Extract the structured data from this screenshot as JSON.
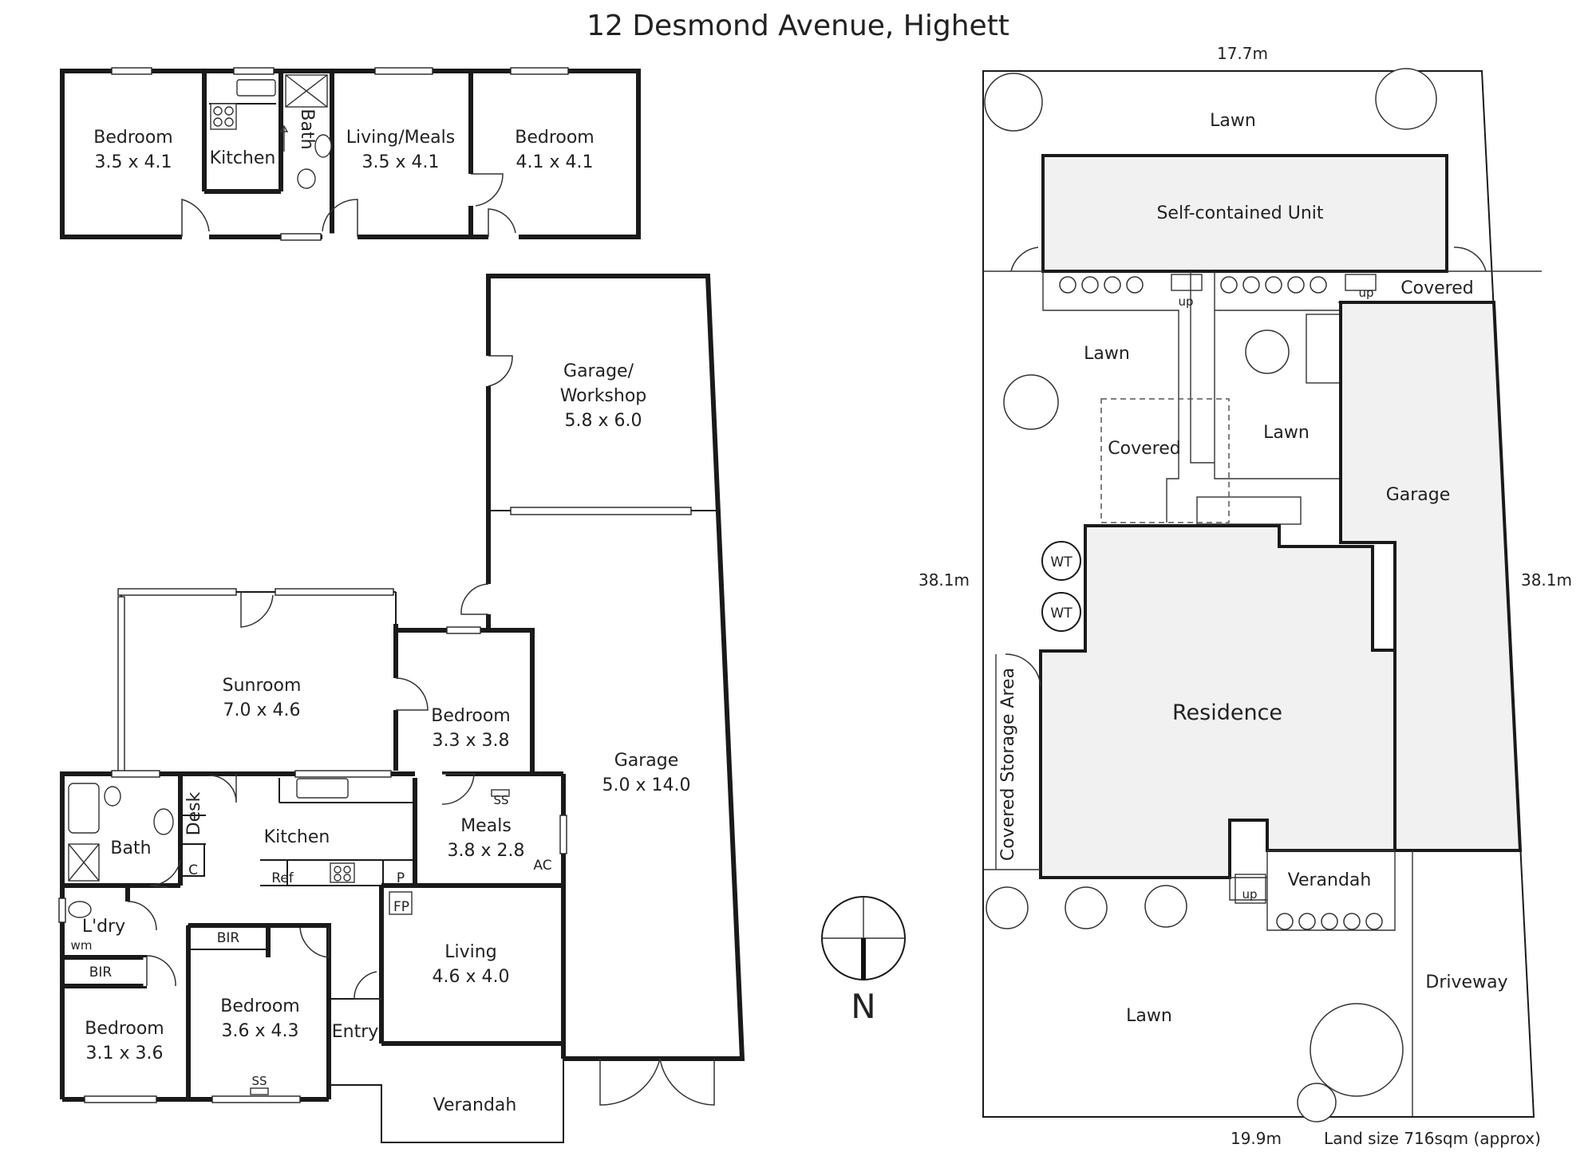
{
  "title": "12 Desmond Avenue, Highett",
  "unit": {
    "bedroom_1": {
      "name": "Bedroom",
      "size": "3.5 x 4.1"
    },
    "kitchen": {
      "name": "Kitchen"
    },
    "bath": {
      "name": "Bath"
    },
    "living_meals": {
      "name": "Living/Meals",
      "size": "3.5 x 4.1"
    },
    "bedroom_2": {
      "name": "Bedroom",
      "size": "4.1 x 4.1"
    }
  },
  "house": {
    "garage_workshop": {
      "line1": "Garage/",
      "line2": "Workshop",
      "size": "5.8 x 6.0"
    },
    "sunroom": {
      "name": "Sunroom",
      "size": "7.0 x 4.6"
    },
    "bedroom_a": {
      "name": "Bedroom",
      "size": "3.3 x 3.8"
    },
    "garage": {
      "name": "Garage",
      "size": "5.0 x 14.0"
    },
    "bath": {
      "name": "Bath"
    },
    "desk": "Desk",
    "kitchen": {
      "name": "Kitchen"
    },
    "meals": {
      "name": "Meals",
      "size": "3.8 x 2.8"
    },
    "ss_1": "SS",
    "ac": "AC",
    "c": "C",
    "ref": "Ref",
    "p": "P",
    "fp": "FP",
    "laundry": "L'dry",
    "wm": "wm",
    "bir_1": "BIR",
    "bir_2": "BIR",
    "living": {
      "name": "Living",
      "size": "4.6 x 4.0"
    },
    "bedroom_b": {
      "name": "Bedroom",
      "size": "3.1 x 3.6"
    },
    "bedroom_c": {
      "name": "Bedroom",
      "size": "3.6 x 4.3"
    },
    "entry": "Entry",
    "ss_2": "SS",
    "verandah": "Verandah"
  },
  "compass": {
    "label": "N"
  },
  "site": {
    "top_width": "17.7m",
    "bottom_width": "19.9m",
    "left_depth": "38.1m",
    "right_depth": "38.1m",
    "land_size": "Land size 716sqm (approx)",
    "lawn_top": "Lawn",
    "unit": "Self-contained Unit",
    "up_1": "up",
    "up_2": "up",
    "up_3": "up",
    "covered_top": "Covered",
    "lawn_mid_left": "Lawn",
    "covered_mid": "Covered",
    "lawn_mid": "Lawn",
    "garage": "Garage",
    "wt_1": "WT",
    "wt_2": "WT",
    "residence": "Residence",
    "covered_storage": "Covered Storage Area",
    "verandah": "Verandah",
    "driveway": "Driveway",
    "lawn_front": "Lawn"
  }
}
